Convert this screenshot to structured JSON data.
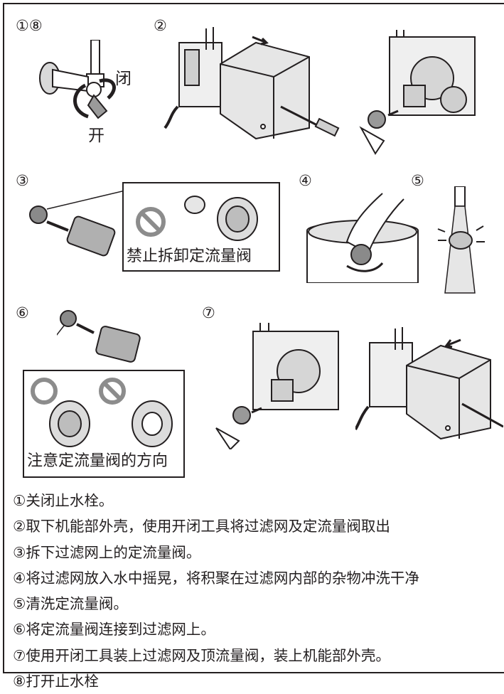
{
  "figures": {
    "step_1_8": {
      "number": "①⑧",
      "close_label": "闭",
      "open_label": "开"
    },
    "step_2": {
      "number": "②"
    },
    "step_3": {
      "number": "③",
      "warning_text": "禁止拆卸定流量阀"
    },
    "step_4": {
      "number": "④"
    },
    "step_5": {
      "number": "⑤"
    },
    "step_6": {
      "number": "⑥",
      "caution_text": "注意定流量阀的方向"
    },
    "step_7": {
      "number": "⑦"
    }
  },
  "instructions": [
    "①关闭止水栓。",
    "②取下机能部外壳，使用开闭工具将过滤网及定流量阀取出",
    "③拆下过滤网上的定流量阀。",
    "④将过滤网放入水中摇晃，将积聚在过滤网内部的杂物冲洗干净",
    "⑤清洗定流量阀。",
    "⑥将定流量阀连接到过滤网上。",
    "⑦使用开闭工具装上过滤网及顶流量阀，装上机能部外壳。",
    "⑧打开止水栓"
  ],
  "colors": {
    "ink": "#231f20",
    "gray": "#b8b8b8",
    "light": "#e6e6e6",
    "prohibit": "#8c8c8c"
  }
}
